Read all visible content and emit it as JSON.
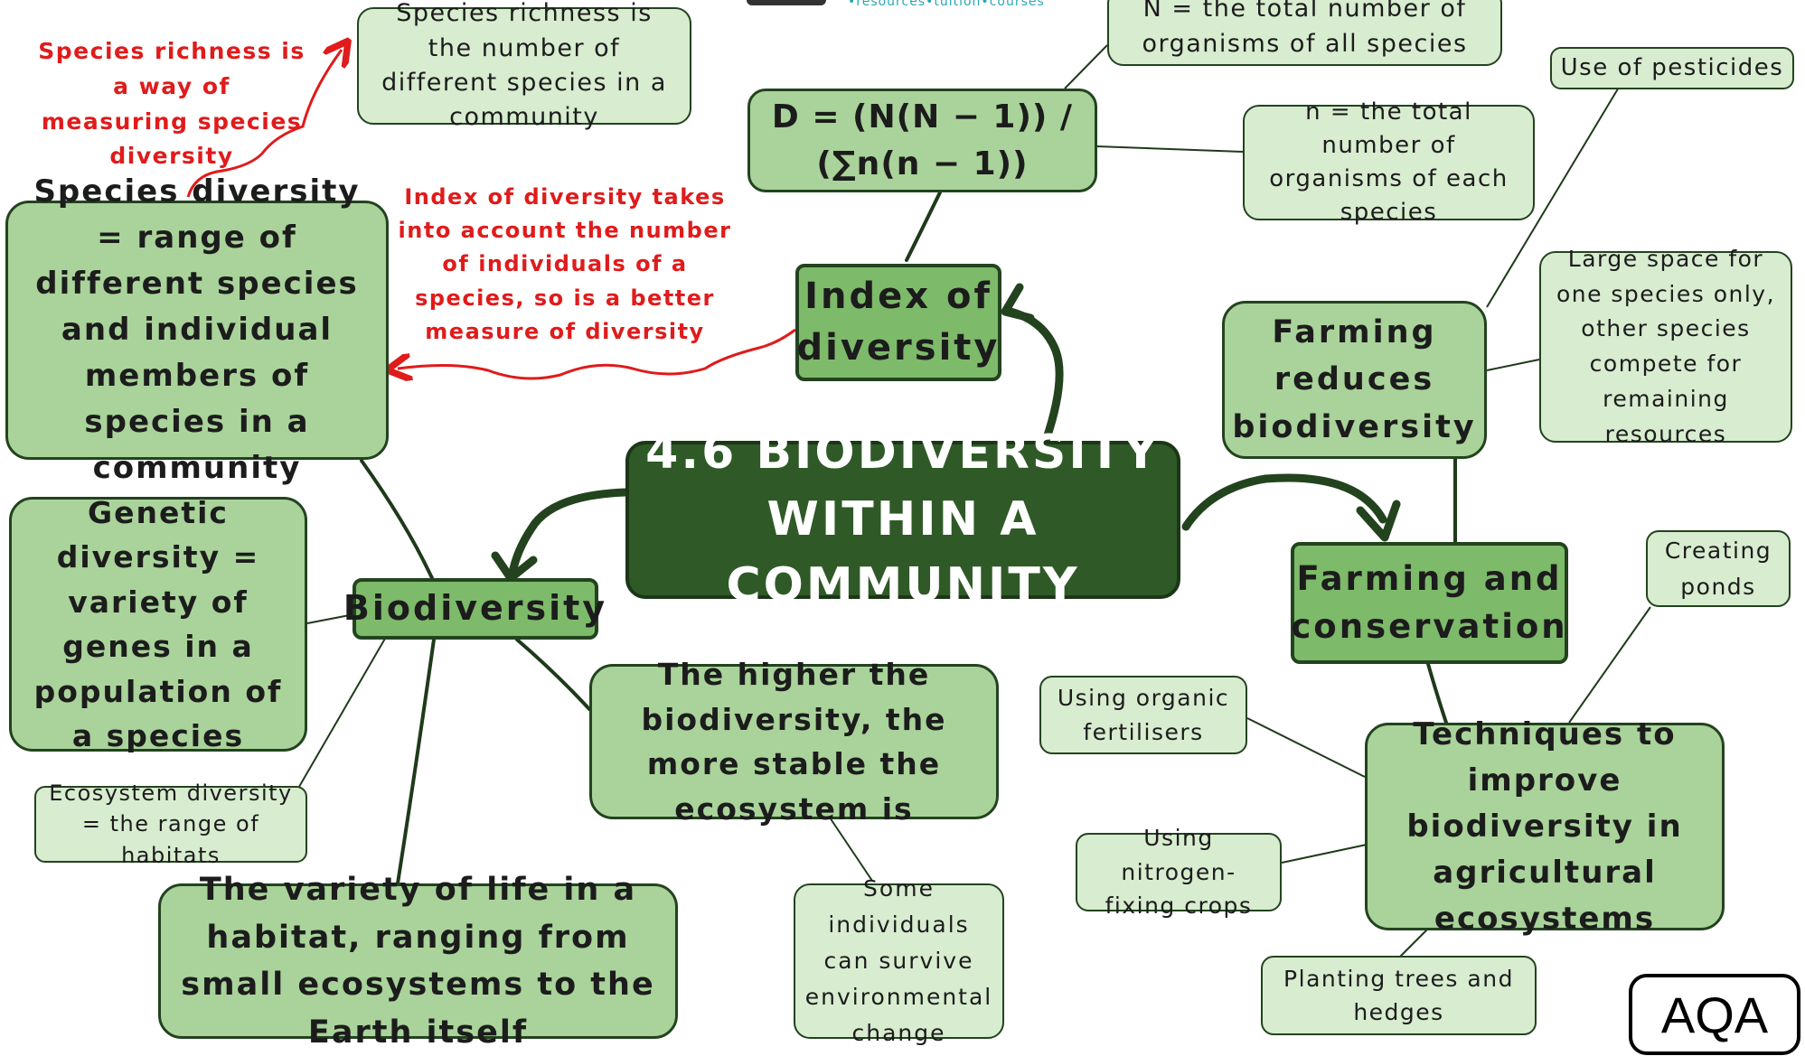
{
  "central": "4.6 BIODIVERSITY WITHIN A COMMUNITY",
  "header_brand": "•resources•tuition•courses",
  "exam_board": "AQA",
  "index_branch": {
    "title": "Index of diversity",
    "formula": "D = (N(N − 1)) / (∑n(n − 1))",
    "big_n": "N = the total number of organisms of all species",
    "small_n": "n = the total number of organisms of each species",
    "note": "Index of diversity takes into account the number of individuals of a species, so is a better measure of diversity"
  },
  "biodiversity_branch": {
    "title": "Biodiversity",
    "species_diversity": "Species diversity = range of different species and individual members of species in a community",
    "species_richness": "Species richness is the number of different species in a community",
    "richness_note": "Species richness is a way of measuring species diversity",
    "genetic_diversity": "Genetic diversity = variety of genes in a population of a species",
    "ecosystem_diversity": "Ecosystem diversity = the range of habitats",
    "definition": "The variety of life in a habitat, ranging from small ecosystems to the Earth itself",
    "stability": "The higher the biodiversity, the more stable the ecosystem is",
    "survival": "Some individuals can survive environmental change"
  },
  "farming_branch": {
    "title": "Farming and conservation",
    "reduces": "Farming reduces biodiversity",
    "pesticides": "Use of pesticides",
    "large_space": "Large space for one species only, other species compete for remaining resources",
    "techniques": "Techniques to improve biodiversity in agricultural ecosystems",
    "ponds": "Creating ponds",
    "organic": "Using organic fertilisers",
    "nitrogen": "Using nitrogen-fixing crops",
    "trees": "Planting trees and hedges"
  }
}
